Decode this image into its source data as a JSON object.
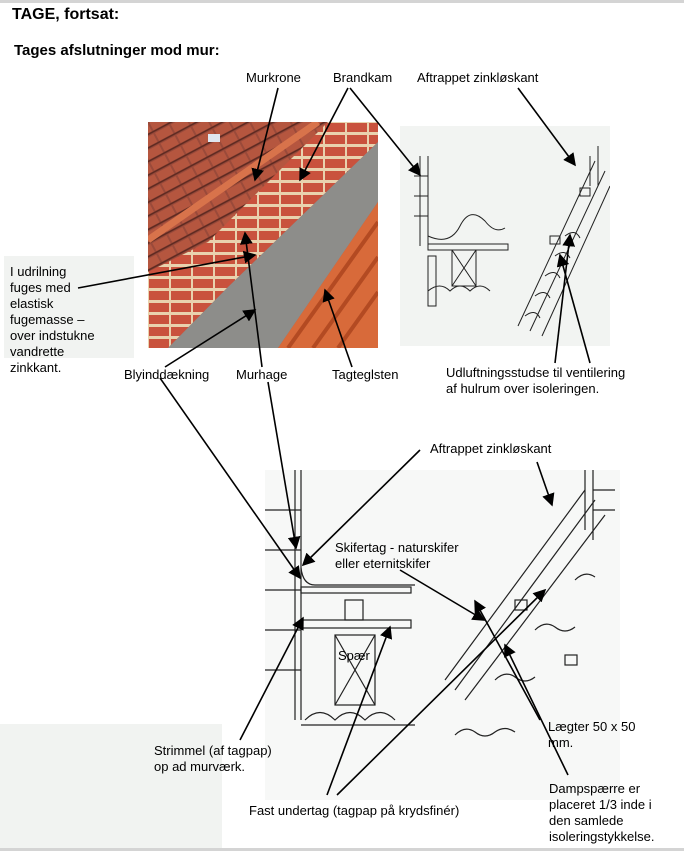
{
  "header": {
    "title": "TAGE, fortsat:",
    "subtitle": "Tages afslutninger mod mur:"
  },
  "labels": {
    "murkrone": "Murkrone",
    "brandkam": "Brandkam",
    "aftrappet_top": "Aftrappet zinkløskant",
    "udrilning": "I udrilning\nfuges med\nelastisk\nfugemasse –\nover indstukne\nvandrette\nzinkkant.",
    "blyinddaekning": "Blyinddækning",
    "murhage": "Murhage",
    "tagteglsten": "Tagteglsten",
    "udluftning": "Udluftningsstudse til ventilering\naf hulrum over isoleringen.",
    "aftrappet_mid": "Aftrappet zinkløskant",
    "skifertag": "Skifertag - naturskifer\neller eternitskifer",
    "spaer": "Spær",
    "strimmel": "Strimmel (af tagpap)\nop ad murværk.",
    "lagter": "Lægter 50 x 50\nmm.",
    "fast_undertag": "Fast undertag (tagpap på krydsfinér)",
    "dampspaerre": "Dampspærre er\nplaceret 1/3 inde i\nden samlede\nisoleringstykkelse."
  }
}
